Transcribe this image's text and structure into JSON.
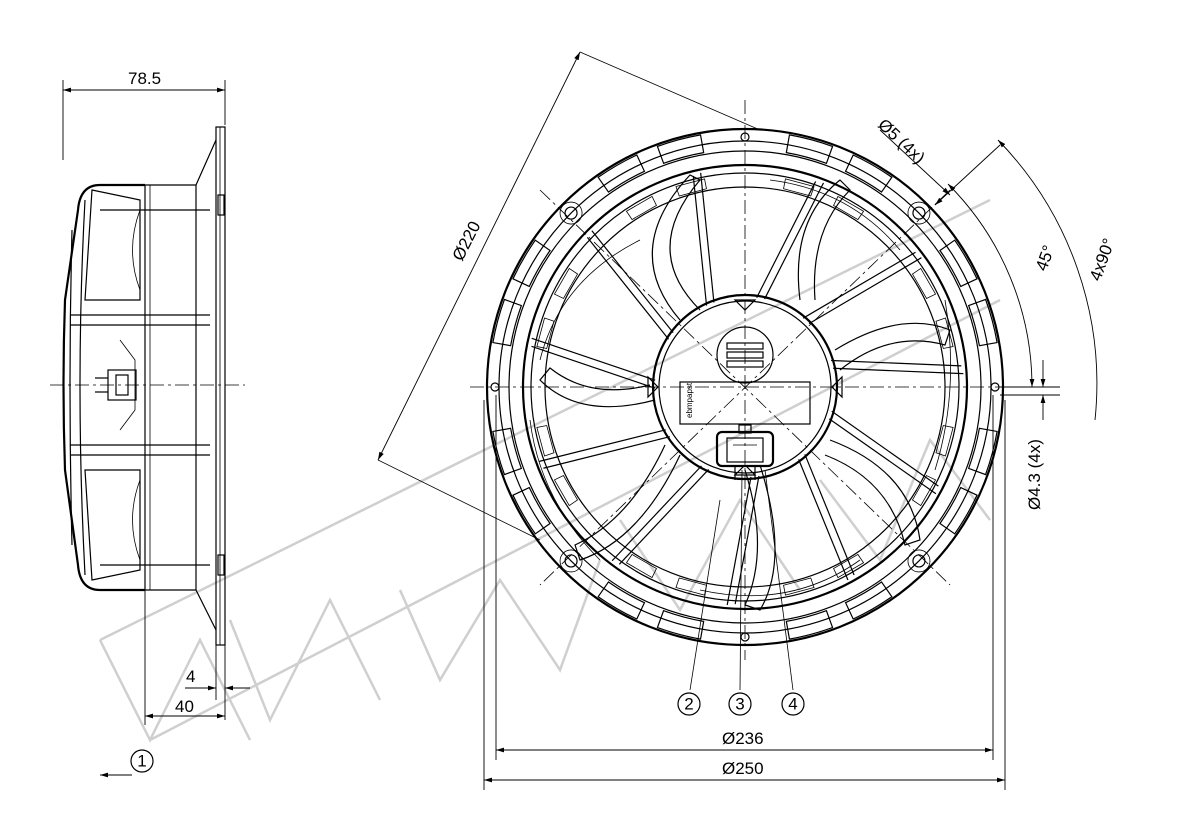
{
  "dimensions": {
    "side_depth": "78.5",
    "flange_thickness": "4",
    "offset_40": "40",
    "dia_220": "Ø220",
    "dia_5_holes": "Ø5 (4x)",
    "angle_45": "45°",
    "angle_4x90": "4x90°",
    "dia_43_holes": "Ø4.3 (4x)",
    "dia_236": "Ø236",
    "dia_250": "Ø250"
  },
  "callouts": {
    "view_marker": "1",
    "item_2": "2",
    "item_3": "3",
    "item_4": "4"
  },
  "label_plate": {
    "brand": "ebmpapst"
  }
}
